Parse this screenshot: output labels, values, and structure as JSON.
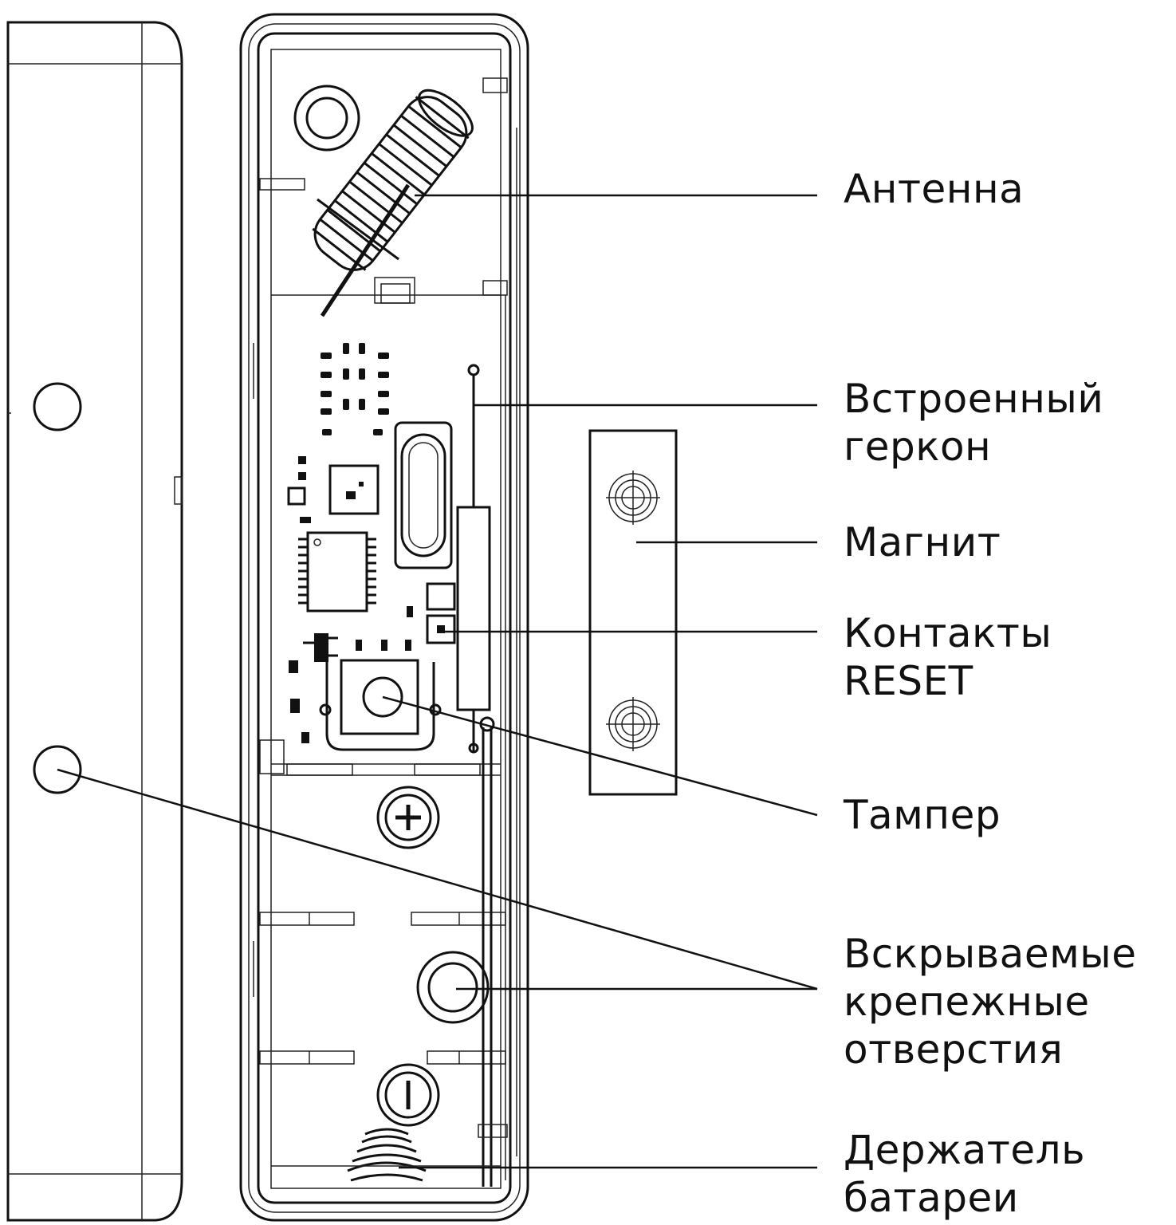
{
  "labels": {
    "antenna": "Антенна",
    "reed_line1": "Встроенный",
    "reed_line2": "геркон",
    "magnet": "Магнит",
    "reset_line1": "Контакты",
    "reset_line2": "RESET",
    "tamper": "Тампер",
    "holes_line1": "Вскрываемые",
    "holes_line2": "крепежные",
    "holes_line3": "отверстия",
    "battery_line1": "Держатель",
    "battery_line2": "батареи"
  }
}
